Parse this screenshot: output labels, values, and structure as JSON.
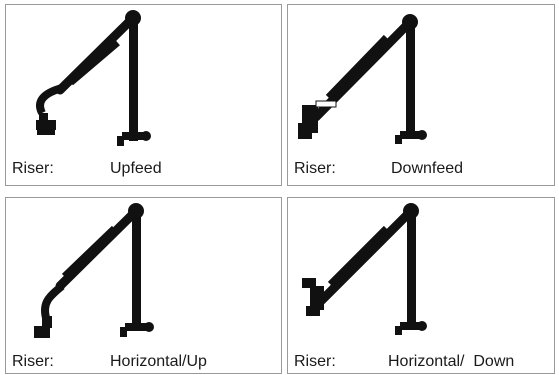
{
  "panels": [
    {
      "label": "Riser:",
      "value": "Upfeed"
    },
    {
      "label": "Riser:",
      "value": "Downfeed"
    },
    {
      "label": "Riser:",
      "value": "Horizontal/Up"
    },
    {
      "label": "Riser:",
      "value": "Horizontal/  Down"
    }
  ],
  "colors": {
    "arm": "#111111",
    "border": "#9a9a9a",
    "background": "#ffffff"
  }
}
